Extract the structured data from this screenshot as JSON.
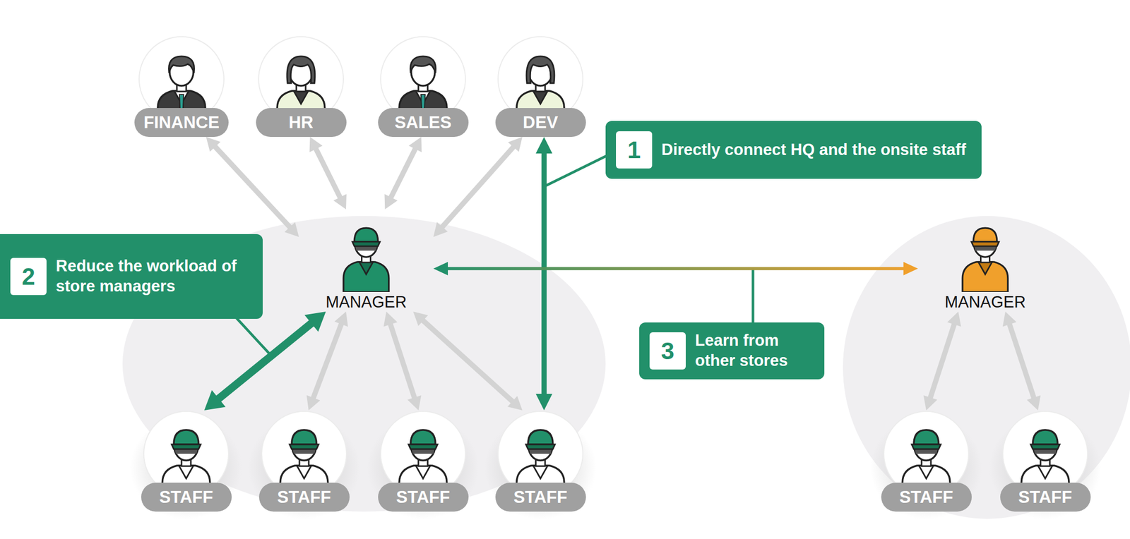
{
  "diagram": {
    "nodes": [
      {
        "text": [
          "FINANCE"
        ]
      },
      {
        "text": [
          "HR"
        ]
      },
      {
        "text": [
          "SALES"
        ]
      },
      {
        "text": [
          "DEV"
        ]
      },
      {
        "text": [
          "1",
          "Directly connect HQ and the onsite staff"
        ]
      },
      {
        "text": [
          "2",
          "Reduce the workload of store managers"
        ]
      },
      {
        "text": [
          "MANAGER"
        ]
      },
      {
        "text": [
          "MANAGER"
        ]
      },
      {
        "text": [
          "3",
          "Learn from other stores"
        ]
      },
      {
        "text": [
          "STAFF"
        ]
      },
      {
        "text": [
          "STAFF"
        ]
      },
      {
        "text": [
          "STAFF"
        ]
      },
      {
        "text": [
          "STAFF"
        ]
      },
      {
        "text": [
          "STAFF"
        ]
      },
      {
        "text": [
          "STAFF"
        ]
      }
    ],
    "edges": [
      {
        "from": 0,
        "to": 6,
        "arrow": "both"
      },
      {
        "from": 1,
        "to": 6,
        "arrow": "both"
      },
      {
        "from": 2,
        "to": 6,
        "arrow": "both"
      },
      {
        "from": 3,
        "to": 6,
        "arrow": "both"
      },
      {
        "from": 3,
        "to": 12,
        "arrow": "both"
      },
      {
        "from": 6,
        "to": 9,
        "arrow": "both"
      },
      {
        "from": 6,
        "to": 10,
        "arrow": "both"
      },
      {
        "from": 6,
        "to": 11,
        "arrow": "both"
      },
      {
        "from": 6,
        "to": 12,
        "arrow": "both"
      },
      {
        "from": 6,
        "to": 7,
        "arrow": "both"
      },
      {
        "from": 7,
        "to": 13,
        "arrow": "both"
      },
      {
        "from": 7,
        "to": 14,
        "arrow": "both"
      }
    ]
  }
}
